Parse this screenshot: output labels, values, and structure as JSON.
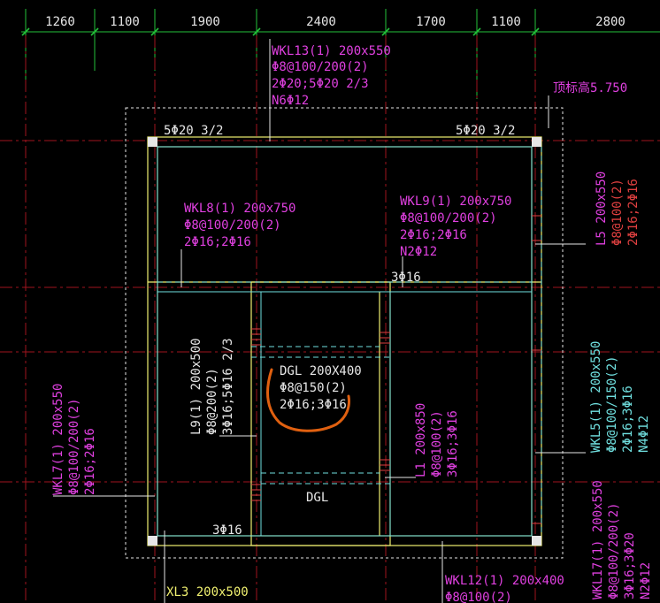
{
  "colors": {
    "background": "#000000",
    "dimension": "#23c23a",
    "axis": "#a0141e",
    "beam_label": "#e040e0",
    "beam_line": "#70e0e0",
    "frame_inner": "#f0f070",
    "rebar_tick": "#e04040",
    "annotation": "#e6e6e6",
    "sketch": "#e06010"
  },
  "dimensions": [
    "1260",
    "1100",
    "1900",
    "2400",
    "1700",
    "1100",
    "2800"
  ],
  "elevation_note": "顶标高5.750",
  "labels": {
    "wkl13": [
      "WKL13(1) 200x550",
      "Φ8@100/200(2)",
      "2Φ20;5Φ20 2/3",
      "N6Φ12"
    ],
    "top_left_bars": "5Φ20 3/2",
    "top_right_bars": "5Φ20 3/2",
    "wkl8": [
      "WKL8(1) 200x750",
      "Φ8@100/200(2)",
      "2Φ16;2Φ16"
    ],
    "wkl9": [
      "WKL9(1) 200x750",
      "Φ8@100/200(2)",
      "2Φ16;2Φ16",
      "N2Φ12"
    ],
    "l5": [
      "L5 200x550",
      "Φ8@100(2)",
      "2Φ16;2Φ16"
    ],
    "mid_bars": "3Φ16",
    "dgl_box": [
      "DGL 200X400",
      "Φ8@150(2)",
      "2Φ16;3Φ16"
    ],
    "dgl_label": "DGL",
    "l9": [
      "L9(1) 200x500",
      "Φ8@200(2)",
      "3Φ16;5Φ16 2/3"
    ],
    "l1": [
      "L1 200x850",
      "Φ8@100(2)",
      "3Φ16;3Φ16"
    ],
    "wkl5": [
      "WKL5(1) 200x550",
      "Φ8@100/150(2)",
      "2Φ16;3Φ16",
      "N4Φ12"
    ],
    "wkl7": [
      "WKL7(1) 200x550",
      "Φ8@100/200(2)",
      "2Φ16;2Φ16"
    ],
    "bottom_bars": "3Φ16",
    "xl3": "XL3 200x500",
    "wkl12": [
      "WKL12(1) 200x400",
      "Φ8@100(2)"
    ],
    "wkl17": [
      "WKL17(1) 200x550",
      "Φ8@100/200(2)",
      "3Φ16;3Φ20",
      "N2Φ12"
    ]
  }
}
